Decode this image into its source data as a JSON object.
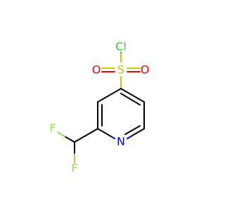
{
  "molecule": {
    "atoms": {
      "cl": {
        "label": "Cl",
        "color": "#33cc33"
      },
      "s": {
        "label": "S",
        "color": "#cccc00"
      },
      "o_left": {
        "label": "O",
        "color": "#ff0000"
      },
      "o_right": {
        "label": "O",
        "color": "#ff0000"
      },
      "n": {
        "label": "N",
        "color": "#0000ff"
      },
      "f_top": {
        "label": "F",
        "color": "#90e050"
      },
      "f_bottom": {
        "label": "F",
        "color": "#90e050"
      }
    },
    "colors": {
      "bond": "#000000",
      "background": "#ffffff"
    }
  }
}
